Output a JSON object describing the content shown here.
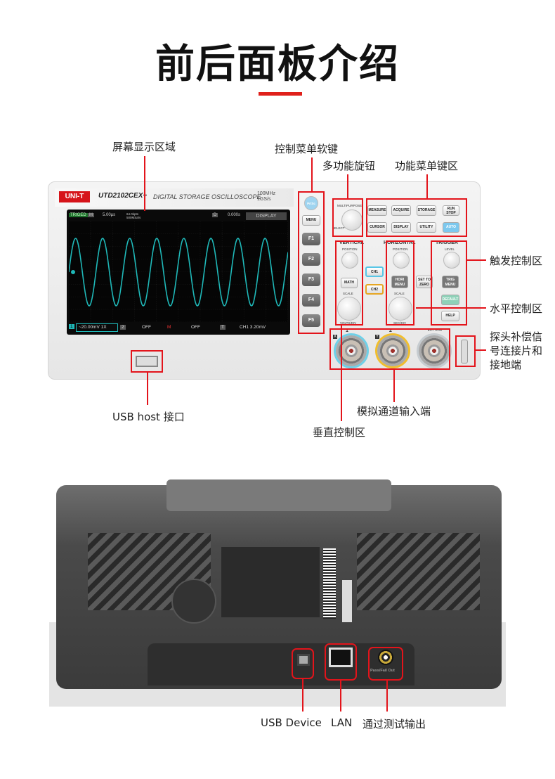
{
  "title": "前后面板介绍",
  "front": {
    "brand": "UNI-T",
    "model": "UTD2102CEX+",
    "product_type": "DIGITAL STORAGE OSCILLOSCOPE",
    "spec_bandwidth": "100MHz",
    "spec_sample": "1GS/s",
    "screen": {
      "trig_status": "TRIGED",
      "mode": "M",
      "timebase": "5.00μs",
      "mem_depth": "64.0kpts",
      "sample_rate": "500MSa/s",
      "delay_label": "D",
      "delay": "0.000s",
      "menu_title": "DISPLAY",
      "ch1_num": "1",
      "ch1_setting": "~20.00mV 1X",
      "ch2_num": "2",
      "ch2_state": "OFF",
      "math_label": "M",
      "math_state": "OFF",
      "trig_label": "T",
      "trig_setting": "CH1 3.20mV",
      "wave_color": "#1fb8b8"
    },
    "softkeys": [
      "PrtSc",
      "MENU",
      "F1",
      "F2",
      "F3",
      "F4",
      "F5"
    ],
    "multipurpose": "MULTIPURPOSE",
    "select": "SELECT",
    "function_keys": [
      "MEASURE",
      "ACQUIRE",
      "STORAGE",
      "CURSOR",
      "DISPLAY",
      "UTILITY"
    ],
    "run_stop": "RUN STOP",
    "auto": "AUTO",
    "vertical": {
      "title": "VERTICAL",
      "position": "POSITION",
      "math": "MATH",
      "scale": "SCALE",
      "volts": "VOLTS/DIV"
    },
    "channels": [
      "CH1",
      "CH2"
    ],
    "horizontal": {
      "title": "HORIZONTAL",
      "position": "POSITION",
      "menu": "HORI MENU",
      "scale": "SCALE",
      "sec": "SEC/DIV"
    },
    "set_to_zero": "SET TO ZERO",
    "trigger": {
      "title": "TRIGGER",
      "level": "LEVEL",
      "menu": "TRIG MENU"
    },
    "default": "DEFAULT",
    "help": "HELP",
    "inputs": [
      {
        "num": "1",
        "tag": "X"
      },
      {
        "num": "2",
        "tag": "Y"
      },
      {
        "num": "EXT TRIG",
        "tag": ""
      }
    ]
  },
  "callouts": {
    "screen": "屏幕显示区域",
    "softkeys": "控制菜单软键",
    "knob": "多功能旋钮",
    "function_keys": "功能菜单键区",
    "trigger": "触发控制区",
    "horizontal": "水平控制区",
    "probe_comp": [
      "探头补偿信",
      "号连接片和",
      "接地端"
    ],
    "usb_host": "USB host 接口",
    "analog_inputs": "模拟通道输入端",
    "vertical": "垂直控制区"
  },
  "rear": {
    "pass_fail_port": "Pass/Fail Out",
    "callouts": {
      "usb_device": "USB Device",
      "lan": "LAN",
      "pass_fail": "通过测试输出"
    }
  },
  "colors": {
    "accent_red": "#e3141b",
    "title_bar": "#e0201b"
  }
}
